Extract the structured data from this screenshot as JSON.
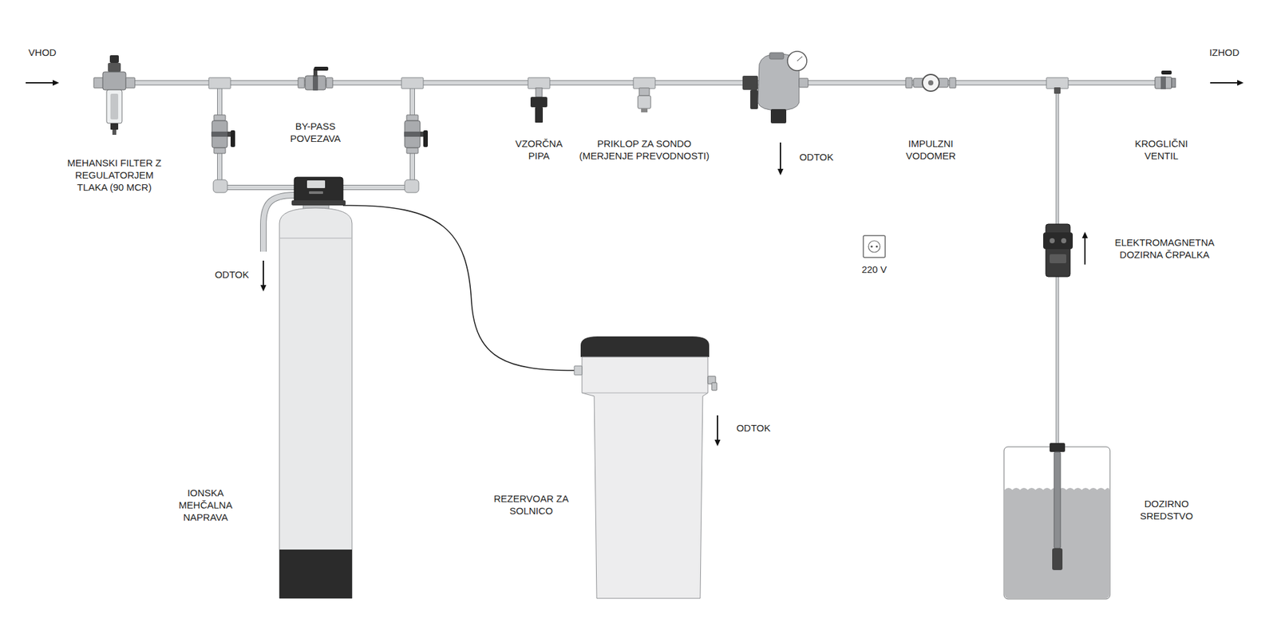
{
  "diagram": {
    "labels": [
      "VHOD",
      "IZHOD",
      "MEHANSKI FILTER Z REGULATORJEM TLAKA (90 MCR)",
      "BY-PASS POVEZAVA",
      "VZORČNA PIPA",
      "PRIKLOP ZA SONDO (MERJENJE PREVODNOSTI)",
      "ODTOK",
      "IMPULZNI VODOMER",
      "KROGLIČNI VENTIL",
      "220 V",
      "ODTOK",
      "ELEKTROMAGNETNA DOZIRNA ČRPALKA",
      "ODTOK",
      "IONSKA MEHČALNA NAPRAVA",
      "REZERVOAR ZA SOLNICO",
      "DOZIRNO SREDSTVO"
    ]
  }
}
